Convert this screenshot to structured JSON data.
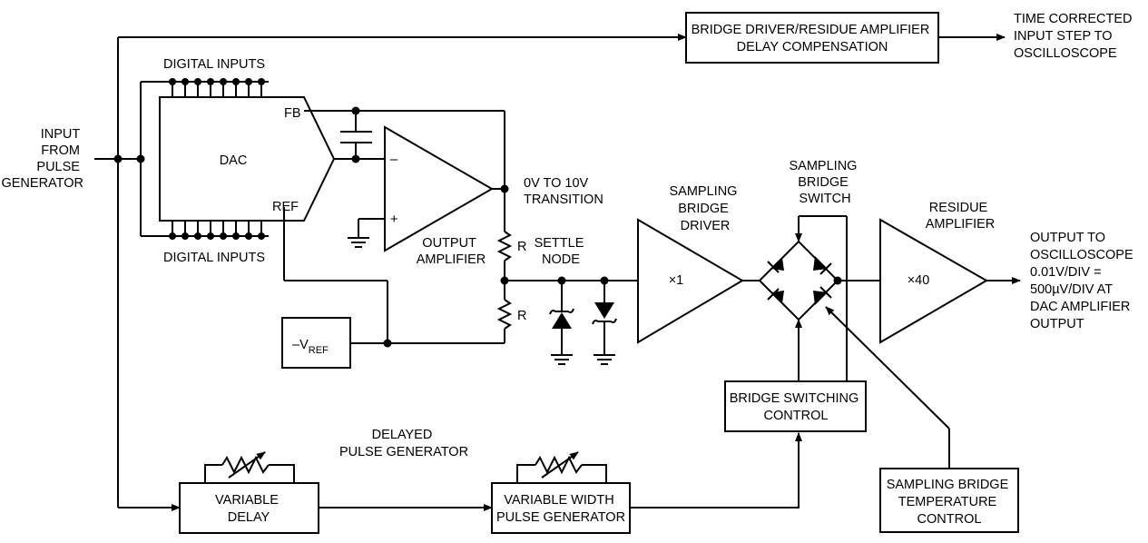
{
  "labels": {
    "input_from_pulse_generator": [
      "INPUT",
      "FROM",
      "PULSE",
      "GENERATOR"
    ],
    "digital_inputs_top": "DIGITAL INPUTS",
    "digital_inputs_bottom": "DIGITAL INPUTS",
    "dac": "DAC",
    "fb": "FB",
    "ref": "REF",
    "minus_sign": "–",
    "plus_sign": "+",
    "output_amplifier": [
      "OUTPUT",
      "AMPLIFIER"
    ],
    "transition": [
      "0V TO 10V",
      "TRANSITION"
    ],
    "resistor_r_top": "R",
    "resistor_r_bottom": "R",
    "settle_node": [
      "SETTLE",
      "NODE"
    ],
    "neg_vref_main": "–V",
    "neg_vref_sub": "REF",
    "sampling_bridge_driver": [
      "SAMPLING",
      "BRIDGE",
      "DRIVER"
    ],
    "driver_gain": "×1",
    "sampling_bridge_switch": [
      "SAMPLING",
      "BRIDGE",
      "SWITCH"
    ],
    "residue_amplifier": [
      "RESIDUE",
      "AMPLIFIER"
    ],
    "residue_gain": "×40",
    "output_to_oscilloscope": [
      "OUTPUT TO",
      "OSCILLOSCOPE",
      "0.01V/DIV =",
      "500µV/DIV AT",
      "DAC AMPLIFIER",
      "OUTPUT"
    ],
    "bridge_driver_delay_comp": [
      "BRIDGE DRIVER/RESIDUE AMPLIFIER",
      "DELAY COMPENSATION"
    ],
    "time_corrected": [
      "TIME CORRECTED",
      "INPUT STEP TO",
      "OSCILLOSCOPE"
    ],
    "bridge_switching_control": [
      "BRIDGE SWITCHING",
      "CONTROL"
    ],
    "delayed_pulse_generator": [
      "DELAYED",
      "PULSE GENERATOR"
    ],
    "variable_delay": [
      "VARIABLE",
      "DELAY"
    ],
    "variable_width_pulse_gen": [
      "VARIABLE WIDTH",
      "PULSE GENERATOR"
    ],
    "sampling_bridge_temp_control": [
      "SAMPLING BRIDGE",
      "TEMPERATURE",
      "CONTROL"
    ]
  }
}
